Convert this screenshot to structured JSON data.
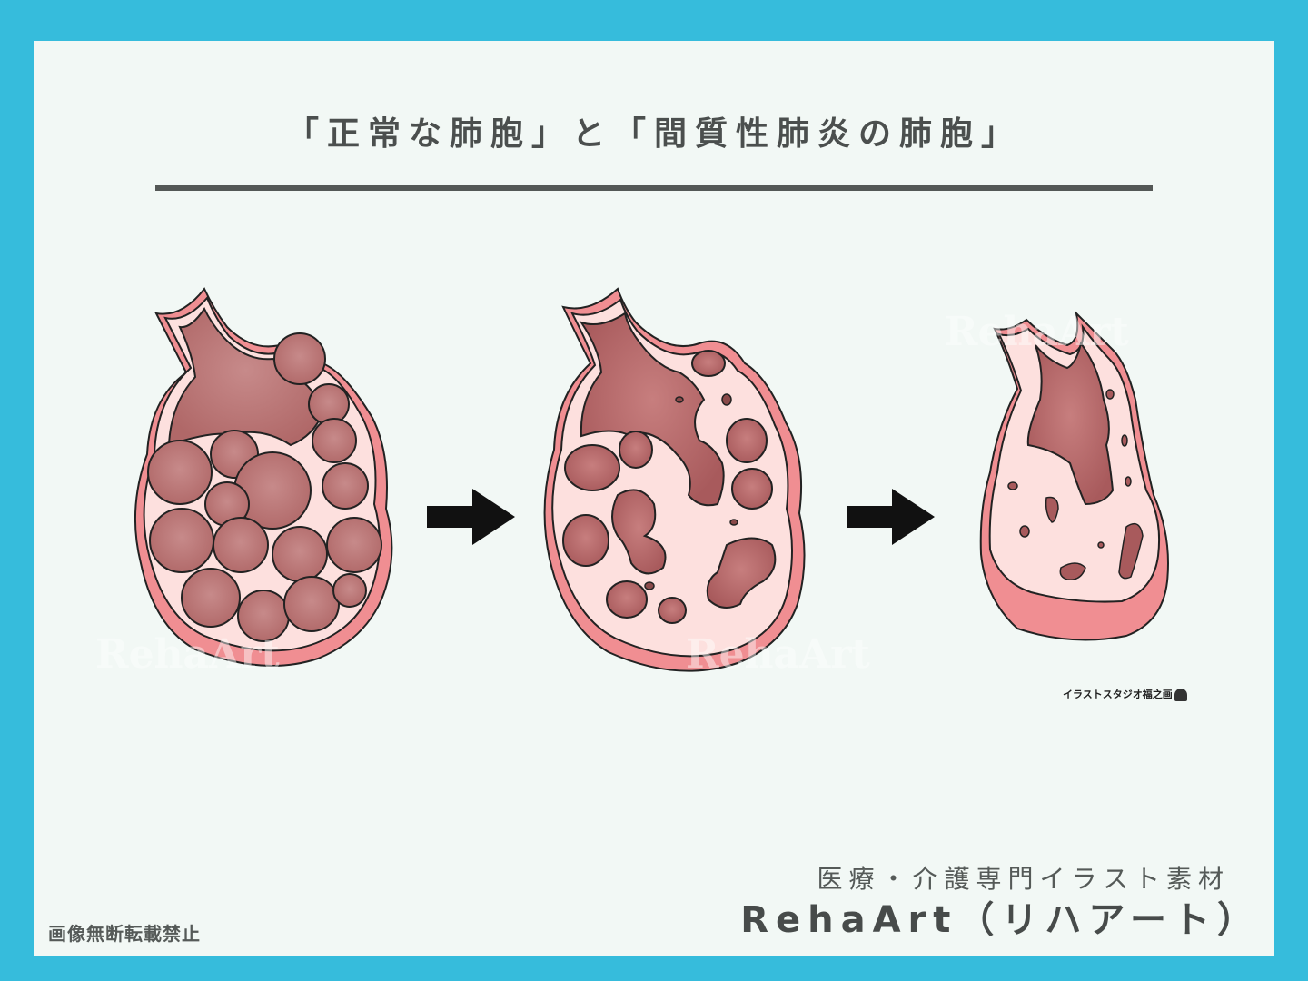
{
  "title": "「正常な肺胞」と「間質性肺炎の肺胞」",
  "watermark": "RehaArt",
  "illustrator_credit": "イラストスタジオ福之画",
  "brand": {
    "tagline": "医療・介護専門イラスト素材",
    "name": "RehaArt（リハアート）"
  },
  "notice": "画像無断転載禁止",
  "colors": {
    "background": "#36bcdc",
    "panel": "#f2f8f5",
    "tissue": "#f08e92",
    "membrane": "#fde0de",
    "airspace": "#b87272",
    "arrow": "#111111"
  },
  "illustrations": [
    {
      "stage": "normal",
      "icon": "normal-alveoli-icon"
    },
    {
      "stage": "progressing",
      "icon": "thickening-alveoli-icon"
    },
    {
      "stage": "fibrotic",
      "icon": "fibrotic-alveoli-icon"
    }
  ]
}
